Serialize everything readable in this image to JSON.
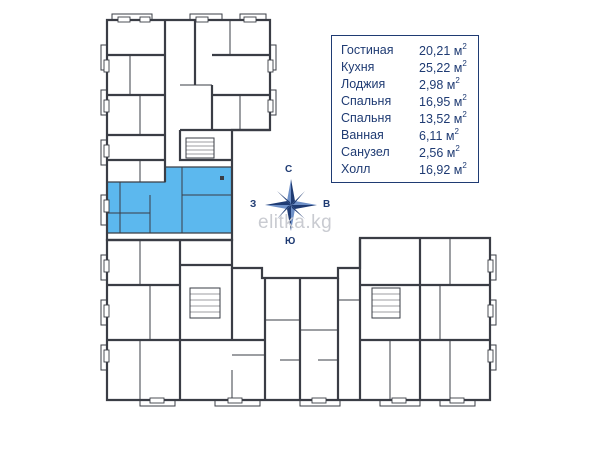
{
  "plan": {
    "highlight_color": "#5cb8ee",
    "wall_color": "#3a3d45"
  },
  "legend": {
    "rows": [
      {
        "name": "Гостиная",
        "value": "20,21 м",
        "unit_sup": "2"
      },
      {
        "name": "Кухня",
        "value": "25,22 м",
        "unit_sup": "2"
      },
      {
        "name": "Лоджия",
        "value": "2,98 м",
        "unit_sup": "2"
      },
      {
        "name": "Спальня",
        "value": "16,95 м",
        "unit_sup": "2"
      },
      {
        "name": "Спальня",
        "value": "13,52 м",
        "unit_sup": "2"
      },
      {
        "name": "Ванная",
        "value": "6,11 м",
        "unit_sup": "2"
      },
      {
        "name": "Санузел",
        "value": "2,56 м",
        "unit_sup": "2"
      },
      {
        "name": "Холл",
        "value": "16,92 м",
        "unit_sup": "2"
      }
    ],
    "border_color": "#1f3b73"
  },
  "compass": {
    "north": "С",
    "south": "Ю",
    "west": "З",
    "east": "В",
    "icon": "compass-rose-icon"
  },
  "watermark": "elitka.kg"
}
